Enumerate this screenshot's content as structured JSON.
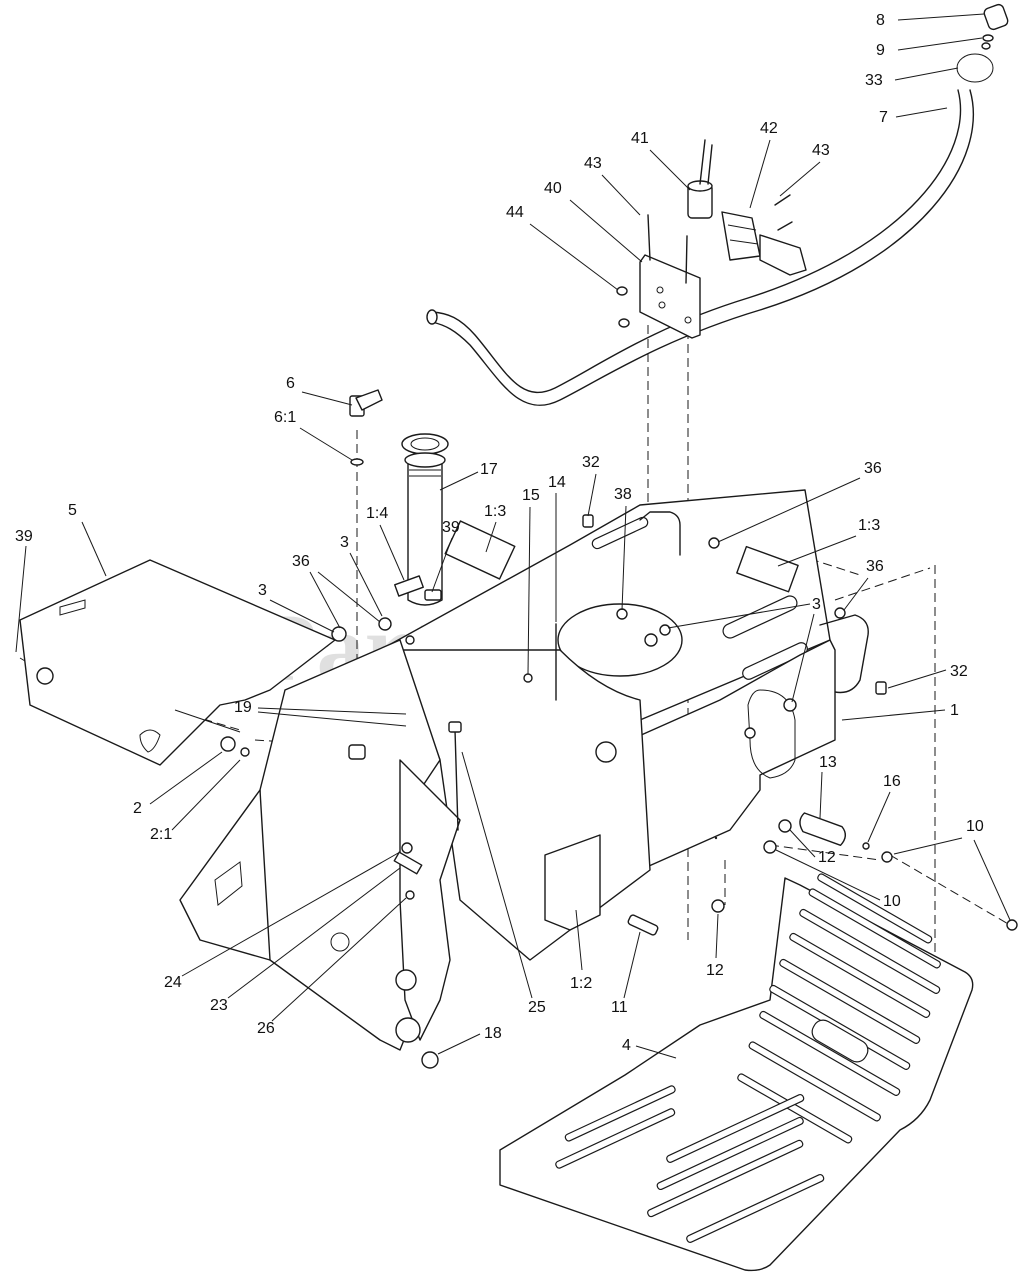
{
  "watermark": {
    "text": "PartsTree",
    "trademark": "TM"
  },
  "callouts": [
    {
      "id": "c8",
      "label": "8"
    },
    {
      "id": "c9",
      "label": "9"
    },
    {
      "id": "c33",
      "label": "33"
    },
    {
      "id": "c7",
      "label": "7"
    },
    {
      "id": "c41",
      "label": "41"
    },
    {
      "id": "c42",
      "label": "42"
    },
    {
      "id": "c43a",
      "label": "43"
    },
    {
      "id": "c43b",
      "label": "43"
    },
    {
      "id": "c40",
      "label": "40"
    },
    {
      "id": "c44",
      "label": "44"
    },
    {
      "id": "c6",
      "label": "6"
    },
    {
      "id": "c6_1",
      "label": "6:1"
    },
    {
      "id": "c17",
      "label": "17"
    },
    {
      "id": "c32a",
      "label": "32"
    },
    {
      "id": "c14",
      "label": "14"
    },
    {
      "id": "c38",
      "label": "38"
    },
    {
      "id": "c36a",
      "label": "36"
    },
    {
      "id": "c15",
      "label": "15"
    },
    {
      "id": "c1_3a",
      "label": "1:3"
    },
    {
      "id": "c1_3b",
      "label": "1:3"
    },
    {
      "id": "c39a",
      "label": "39"
    },
    {
      "id": "c39b",
      "label": "39"
    },
    {
      "id": "c5",
      "label": "5"
    },
    {
      "id": "c1_4",
      "label": "1:4"
    },
    {
      "id": "c3a",
      "label": "3"
    },
    {
      "id": "c36b",
      "label": "36"
    },
    {
      "id": "c3b",
      "label": "3"
    },
    {
      "id": "c36c",
      "label": "36"
    },
    {
      "id": "c3c",
      "label": "3"
    },
    {
      "id": "c32b",
      "label": "32"
    },
    {
      "id": "c1",
      "label": "1"
    },
    {
      "id": "c19",
      "label": "19"
    },
    {
      "id": "c2",
      "label": "2"
    },
    {
      "id": "c2_1",
      "label": "2:1"
    },
    {
      "id": "c13",
      "label": "13"
    },
    {
      "id": "c16",
      "label": "16"
    },
    {
      "id": "c10a",
      "label": "10"
    },
    {
      "id": "c12a",
      "label": "12"
    },
    {
      "id": "c10b",
      "label": "10"
    },
    {
      "id": "c24",
      "label": "24"
    },
    {
      "id": "c23",
      "label": "23"
    },
    {
      "id": "c26",
      "label": "26"
    },
    {
      "id": "c25",
      "label": "25"
    },
    {
      "id": "c1_2",
      "label": "1:2"
    },
    {
      "id": "c11",
      "label": "11"
    },
    {
      "id": "c12b",
      "label": "12"
    },
    {
      "id": "c18",
      "label": "18"
    },
    {
      "id": "c4",
      "label": "4"
    }
  ]
}
